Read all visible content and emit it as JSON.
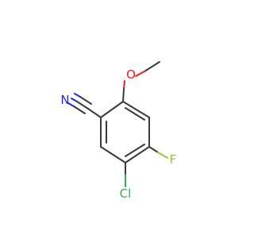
{
  "molecule": {
    "atom_labels": {
      "nitrogen": "N",
      "oxygen": "O",
      "fluorine": "F",
      "chlorine": "Cl"
    },
    "colors": {
      "carbon_bond": "#3a3a3a",
      "nitrogen": "#1f24f5",
      "oxygen": "#f01c1c",
      "fluorine": "#94c83c",
      "chlorine": "#2fb24a",
      "background": "#ffffff"
    }
  }
}
